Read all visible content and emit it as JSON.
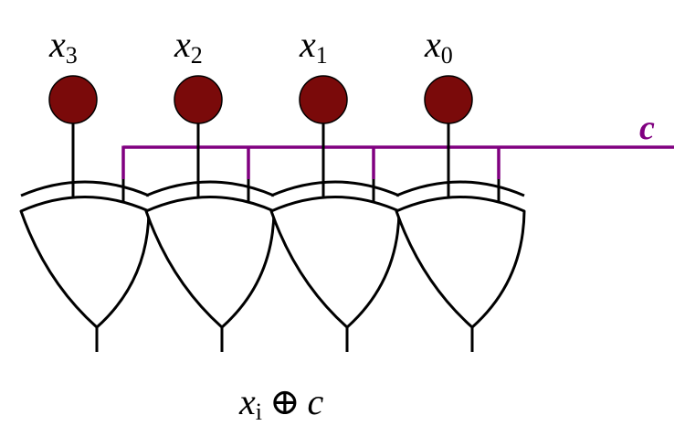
{
  "inputs": [
    {
      "base": "x",
      "index": "3"
    },
    {
      "base": "x",
      "index": "2"
    },
    {
      "base": "x",
      "index": "1"
    },
    {
      "base": "x",
      "index": "0"
    }
  ],
  "control": {
    "label": "c"
  },
  "caption": {
    "base": "x",
    "index": "i",
    "operator": "⊕",
    "operand": "c"
  },
  "colors": {
    "input_node": "#7a0a0a",
    "control_wire": "#800080",
    "gate_stroke": "#000000"
  },
  "gate_type": "xor-gate"
}
